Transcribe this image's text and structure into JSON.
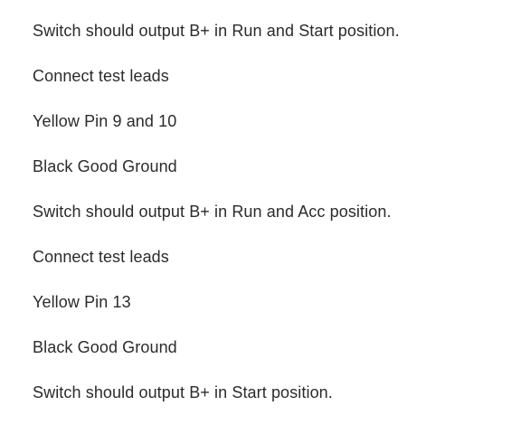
{
  "lines": [
    "Switch should output B+ in Run and Start position.",
    "Connect test leads",
    "Yellow Pin 9 and 10",
    "Black Good Ground",
    "Switch should output B+ in Run and Acc position.",
    "Connect test leads",
    "Yellow Pin 13",
    "Black Good Ground",
    "Switch should output B+ in Start position."
  ]
}
